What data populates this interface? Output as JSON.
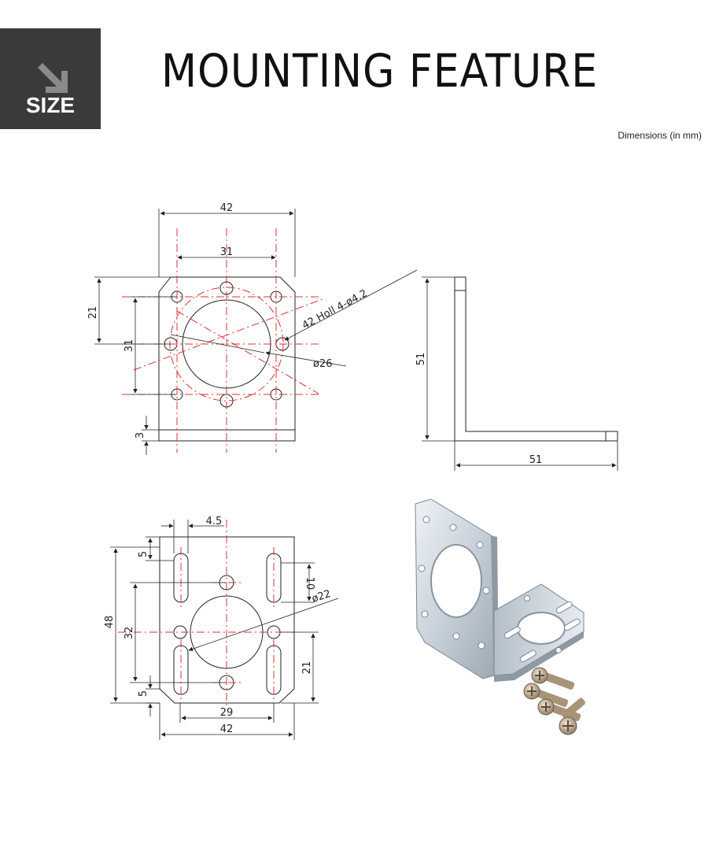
{
  "badge": {
    "label": "SIZE"
  },
  "title": "MOUNTING FEATURE",
  "units_note": "Dimensions (in mm)",
  "front_view": {
    "width": "42",
    "hole_spacing": "31",
    "height_to_center": "21",
    "vertical_hole_spacing": "31",
    "base_thickness": "3",
    "hole_callout": "42 Holl 4-ø4.2",
    "bore": "ø26"
  },
  "side_view": {
    "height": "51",
    "length": "51"
  },
  "base_view": {
    "slot_width": "4.5",
    "slot_offset_top": "5",
    "slot_length": "10",
    "bore": "ø22",
    "overall_length": "48",
    "hole_span": "32",
    "center_to_edge": "21",
    "slot_offset_bottom": "5",
    "hole_spacing": "29",
    "width": "42"
  },
  "colors": {
    "outline": "#222222",
    "centerline": "#e03030",
    "badge": "#3a3a3a"
  }
}
